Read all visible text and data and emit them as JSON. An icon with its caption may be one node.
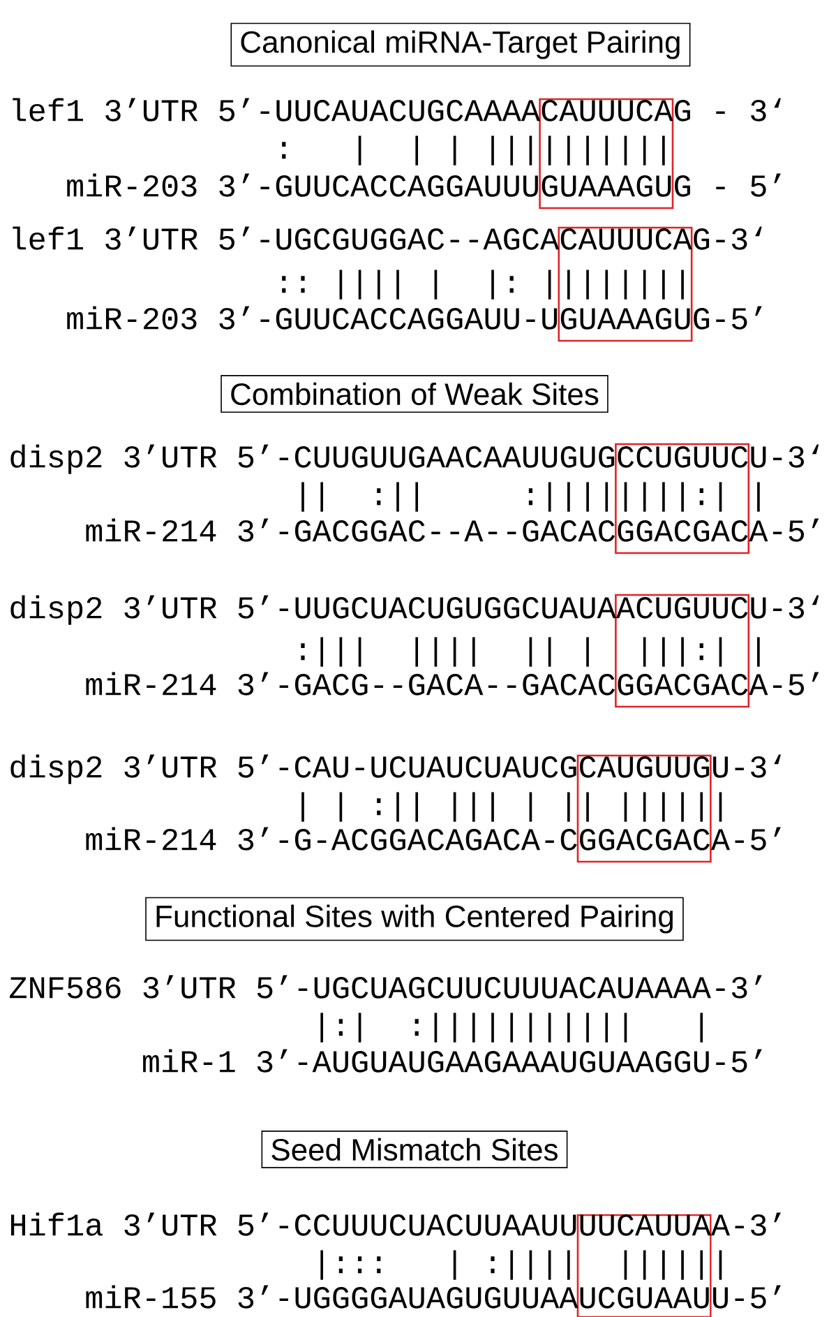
{
  "diagram": {
    "nodes": [
      {
        "text": [
          "Canonical miRNA-Target Pairing"
        ]
      },
      {
        "text": [
          "Combination of Weak Sites"
        ]
      },
      {
        "text": [
          "Functional Sites with Centered Pairing"
        ]
      },
      {
        "text": [
          "Seed Mismatch Sites"
        ]
      }
    ],
    "labels": [
      "lef1 3’UTR 5’-UUCAUACUGCAAAACAUUUCAG - 3‘",
      ":   |  | | ||||||||||",
      "miR-203 3’-GUUCACCAGGAUUUGUAAAGUG - 5’",
      "lef1 3’UTR 5’-UGCGUGGAC--AGCACAUUUCAG-3‘",
      ":: |||| |  |: ||||||||",
      "miR-203 3’-GUUCACCAGGAUU-UGUAAAGUG-5’",
      "disp2 3’UTR 5’-CUUGUUGAACAAUUGUGCCUGUUCU-3‘",
      "||  :||     :||||||||:| |",
      "miR-214 3’-GACGGAC--A--GACACGGACGACA-5’",
      "disp2 3’UTR 5’-UUGCUACUGUGGCUAUAACUGUUCU-3‘",
      ":|||  ||||  || |  |||:| |",
      "miR-214 3’-GACG--GACA--GACACGGACGACA-5’",
      "disp2 3’UTR 5’-CAU-UCUAUCUAUCGCAUGUUGU-3‘",
      "| | :|| ||| | || ||||||",
      "miR-214 3’-G-ACGGACAGACA-CGGACGACA-5’",
      "ZNF586 3’UTR 5’-UGCUAGCUUCUUUACAUAAAA-3’",
      "|:|  :|||||||||||   |",
      "miR-1 3’-AUGUAUGAAGAAAUGUAAGGU-5’",
      "Hif1a 3’UTR 5’-CCUUUCUACUUAAUUUUCAUUAA-3’",
      "|:::   | :||||  ||||||",
      "miR-155 3’-UGGGGAUAGUGUUAAUCGUAAUU-5’"
    ]
  }
}
